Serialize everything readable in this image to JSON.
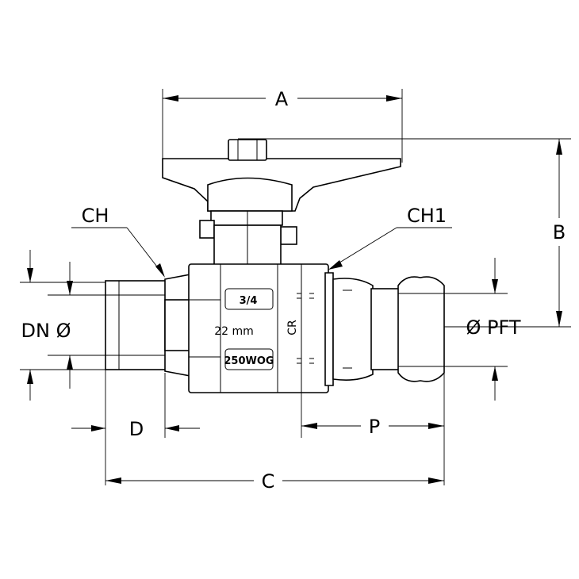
{
  "labels": {
    "a": "A",
    "b": "B",
    "c": "C",
    "d": "D",
    "p": "P",
    "ch": "CH",
    "ch1": "CH1",
    "dn": "DN Ø",
    "pft": "Ø PFT"
  },
  "markings": {
    "size": "3/4",
    "diameter": "22 mm",
    "rating": "250WOG",
    "logo": "CR"
  },
  "colors": {
    "line": "#000000",
    "background": "#ffffff"
  }
}
